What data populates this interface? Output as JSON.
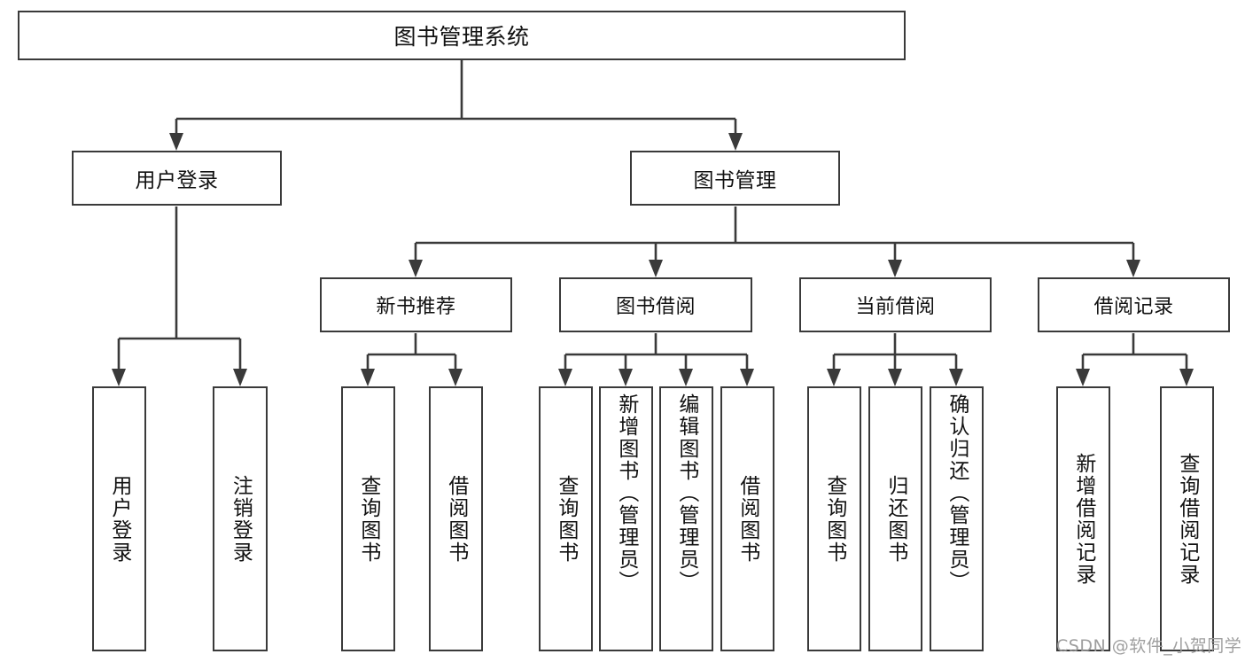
{
  "diagram": {
    "title": "图书管理系统",
    "type": "hierarchy-tree",
    "watermark": "CSDN @软件_小贺同学",
    "colors": {
      "background": "#ffffff",
      "box_border": "#3a3a3a",
      "box_fill": "#ffffff",
      "text": "#111111",
      "connector": "#3a3a3a",
      "watermark": "#9a9a9a"
    },
    "nodes": {
      "root": {
        "label": "图书管理系统"
      },
      "level2": [
        {
          "id": "user-login",
          "label": "用户登录"
        },
        {
          "id": "book-management",
          "label": "图书管理"
        }
      ],
      "level3": [
        {
          "id": "new-book-recommend",
          "label": "新书推荐"
        },
        {
          "id": "book-borrow",
          "label": "图书借阅"
        },
        {
          "id": "current-borrow",
          "label": "当前借阅"
        },
        {
          "id": "borrow-record",
          "label": "借阅记录"
        }
      ],
      "leaves": {
        "user_login": [
          {
            "id": "leaf-user-login",
            "label": "用户登录"
          },
          {
            "id": "leaf-logout",
            "label": "注销登录"
          }
        ],
        "new_book_recommend": [
          {
            "id": "leaf-query-book-1",
            "label": "查询图书"
          },
          {
            "id": "leaf-borrow-book-1",
            "label": "借阅图书"
          }
        ],
        "book_borrow": [
          {
            "id": "leaf-query-book-2",
            "label": "查询图书"
          },
          {
            "id": "leaf-add-book",
            "label": "新增图书（管理员）"
          },
          {
            "id": "leaf-edit-book",
            "label": "编辑图书（管理员）"
          },
          {
            "id": "leaf-borrow-book-2",
            "label": "借阅图书"
          }
        ],
        "current_borrow": [
          {
            "id": "leaf-query-book-3",
            "label": "查询图书"
          },
          {
            "id": "leaf-return-book",
            "label": "归还图书"
          },
          {
            "id": "leaf-confirm-return",
            "label": "确认归还（管理员）"
          }
        ],
        "borrow_record": [
          {
            "id": "leaf-add-record",
            "label": "新增借阅记录"
          },
          {
            "id": "leaf-query-record",
            "label": "查询借阅记录"
          }
        ]
      }
    }
  }
}
